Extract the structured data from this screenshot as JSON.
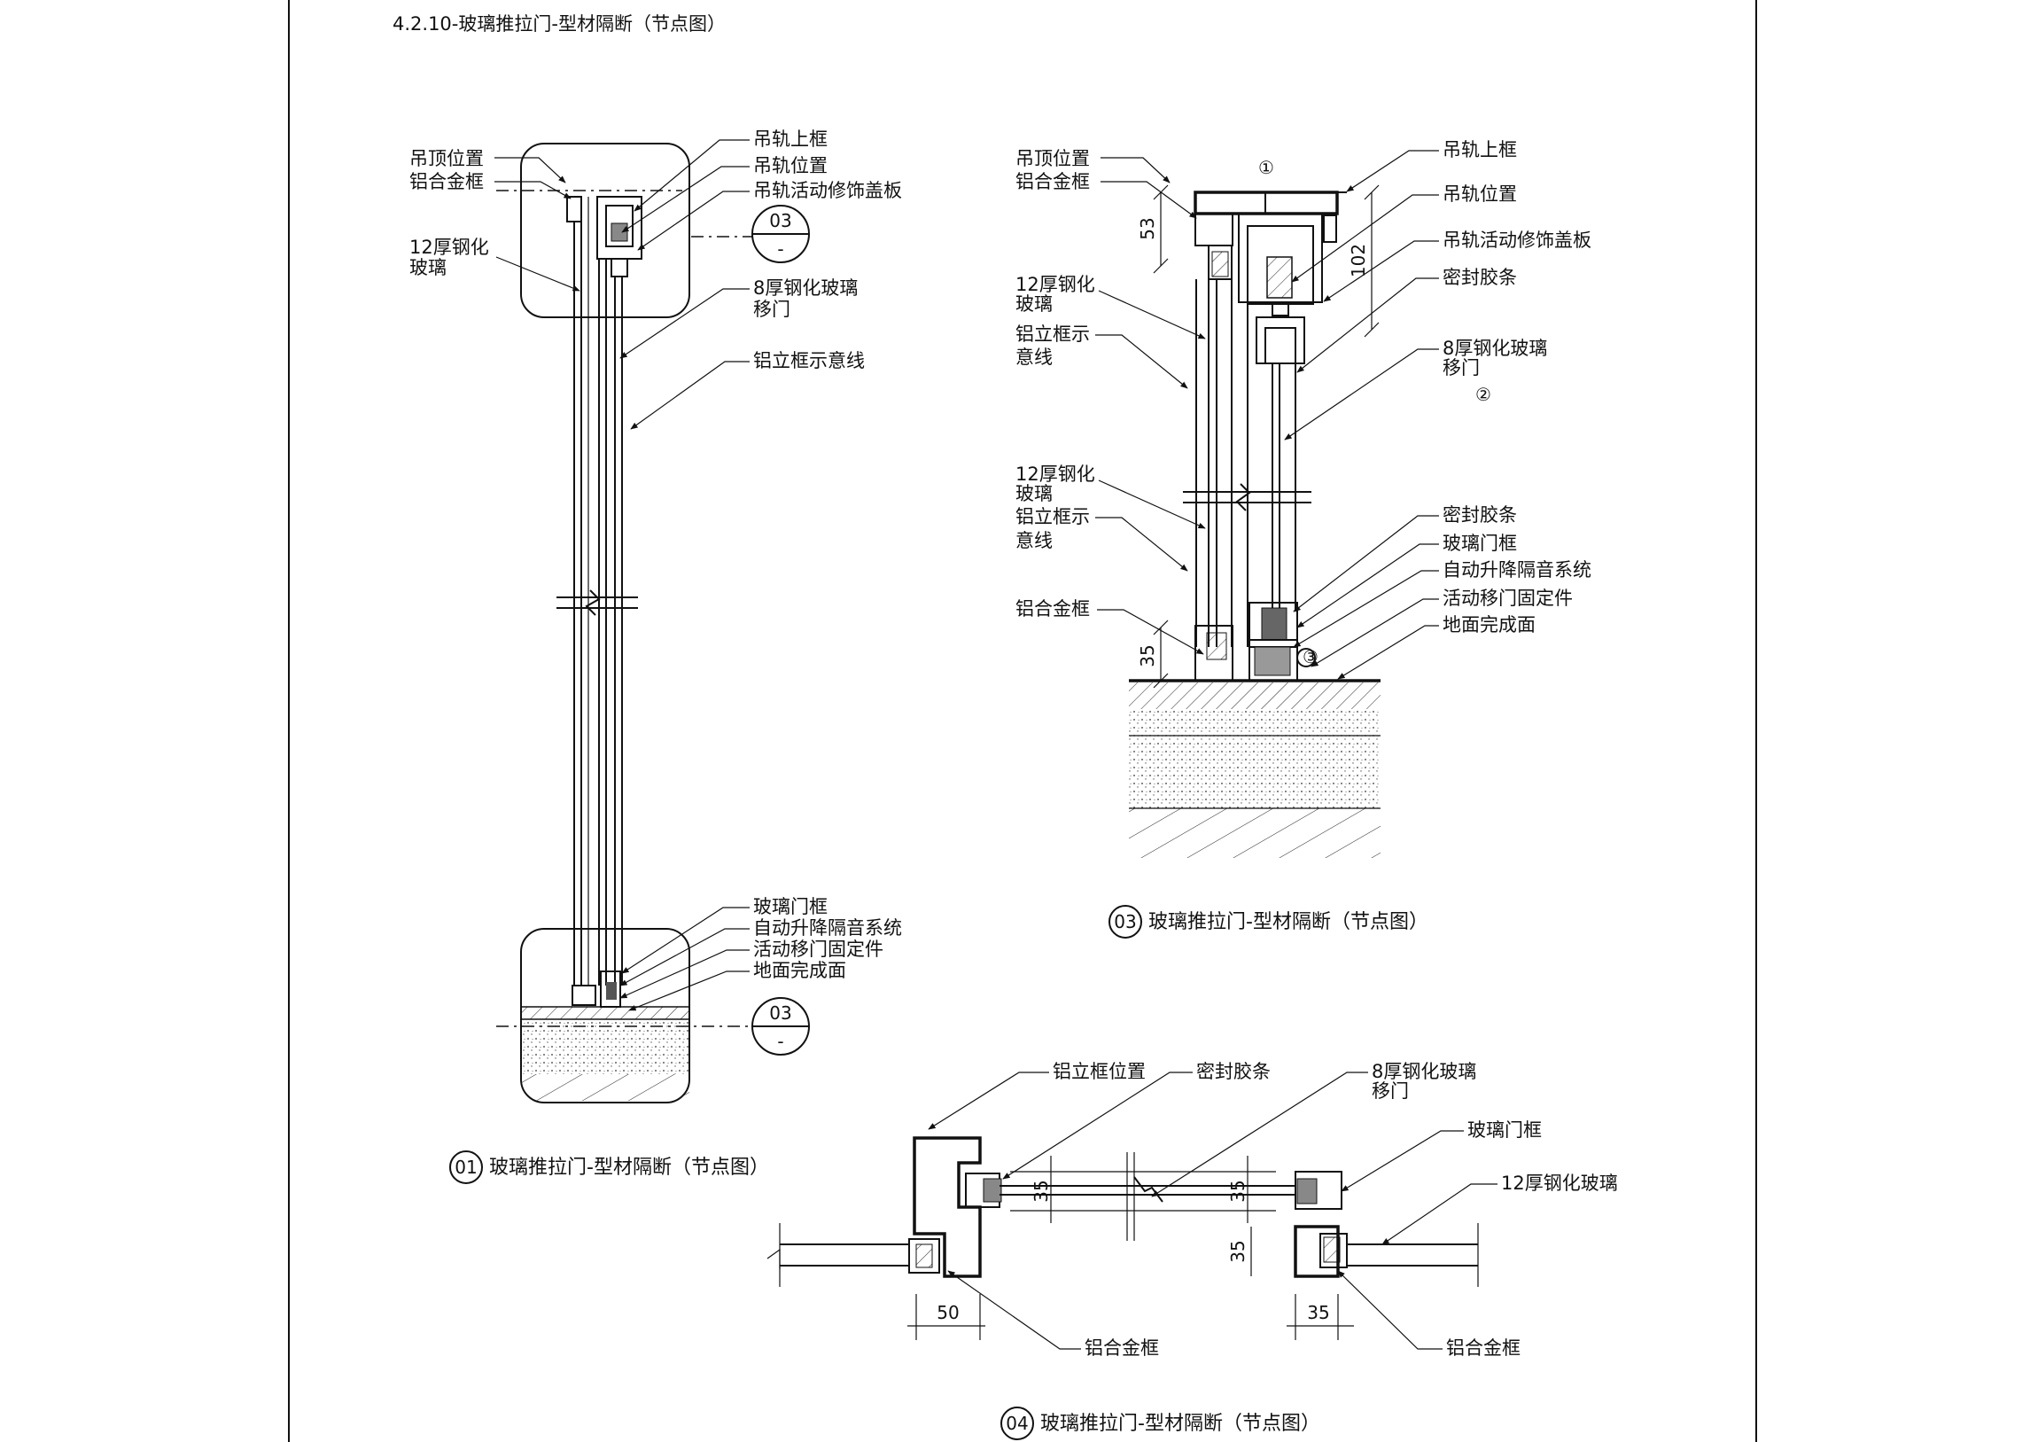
{
  "page_title": "4.2.10-玻璃推拉门-型材隔断（节点图）",
  "detail_01": {
    "labels": [
      "吊顶位置",
      "铝合金框",
      "12厚钢化",
      "玻璃",
      "吊轨上框",
      "吊轨位置",
      "吊轨活动修饰盖板",
      "8厚钢化玻璃",
      "移门",
      "铝立框示意线",
      "玻璃门框",
      "自动升降隔音系统",
      "活动移门固定件",
      "地面完成面"
    ],
    "bubble_top": {
      "num": "03",
      "sub": "-"
    },
    "bubble_bottom": {
      "num": "03",
      "sub": "-"
    },
    "caption_num": "01",
    "caption": "玻璃推拉门-型材隔断（节点图）"
  },
  "detail_03": {
    "labels": [
      "吊顶位置",
      "铝合金框",
      "12厚钢化",
      "玻璃",
      "铝立框示",
      "意线",
      "12厚钢化",
      "玻璃",
      "铝立框示",
      "意线",
      "铝合金框",
      "吊轨上框",
      "吊轨位置",
      "吊轨活动修饰盖板",
      "密封胶条",
      "8厚钢化玻璃",
      "移门",
      "密封胶条",
      "玻璃门框",
      "自动升降隔音系统",
      "活动移门固定件",
      "地面完成面"
    ],
    "markers": [
      "①",
      "②",
      "③"
    ],
    "dims": [
      "53",
      "102",
      "35"
    ],
    "caption_num": "03",
    "caption": "玻璃推拉门-型材隔断（节点图）"
  },
  "detail_04": {
    "labels": [
      "铝立框位置",
      "密封胶条",
      "8厚钢化玻璃",
      "移门",
      "玻璃门框",
      "12厚钢化玻璃",
      "铝合金框",
      "铝合金框"
    ],
    "dims": [
      "35",
      "35",
      "35",
      "50",
      "35"
    ],
    "caption_num": "04",
    "caption": "玻璃推拉门-型材隔断（节点图）"
  }
}
